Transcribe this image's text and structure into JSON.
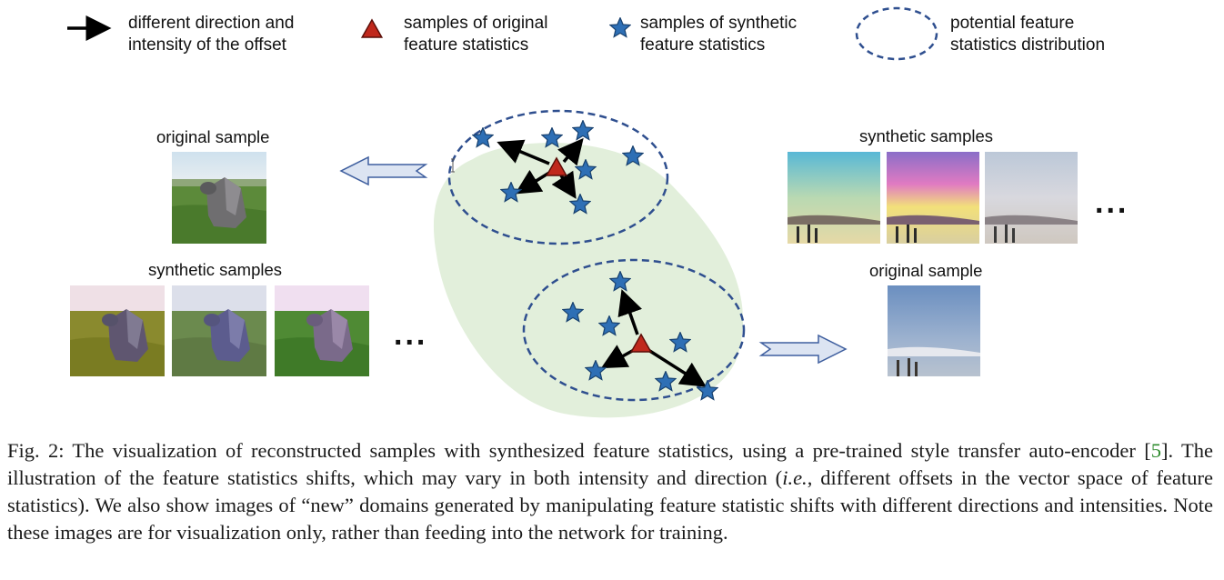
{
  "legend": {
    "arrow": {
      "line1": "different direction and",
      "line2": "intensity of the offset"
    },
    "triangle": {
      "line1": "samples of original",
      "line2": "feature statistics"
    },
    "star": {
      "line1": "samples of synthetic",
      "line2": "feature statistics"
    },
    "ellipse": {
      "line1": "potential feature",
      "line2": "statistics distribution"
    }
  },
  "left_panel": {
    "original_label": "original sample",
    "synthetic_label": "synthetic samples",
    "ellipsis": "..."
  },
  "right_panel": {
    "synthetic_label": "synthetic samples",
    "original_label": "original sample",
    "ellipsis": "..."
  },
  "colors": {
    "green_region": "#e2efdb",
    "ellipse_stroke": "#2f4f8f",
    "star_fill": "#2e6fb5",
    "triangle_fill": "#c0281c",
    "block_arrow_fill": "#dce4f2",
    "block_arrow_stroke": "#3f5f9f",
    "citation": "#2e8b2e"
  },
  "caption": {
    "part1": "Fig. 2: The visualization of reconstructed samples with synthesized feature statistics, using a pre-trained style transfer auto-encoder [",
    "cite": "5",
    "part2": "]. The illustration of the feature statistics shifts, which may vary in both intensity and direction (",
    "ie": "i.e.",
    "part3": ", different offsets in the vector space of feature statistics). We also show images of “new” domains generated by manipulating feature statistic shifts with different directions and intensities. Note these images are for visualization only, rather than feeding into the network for training."
  }
}
